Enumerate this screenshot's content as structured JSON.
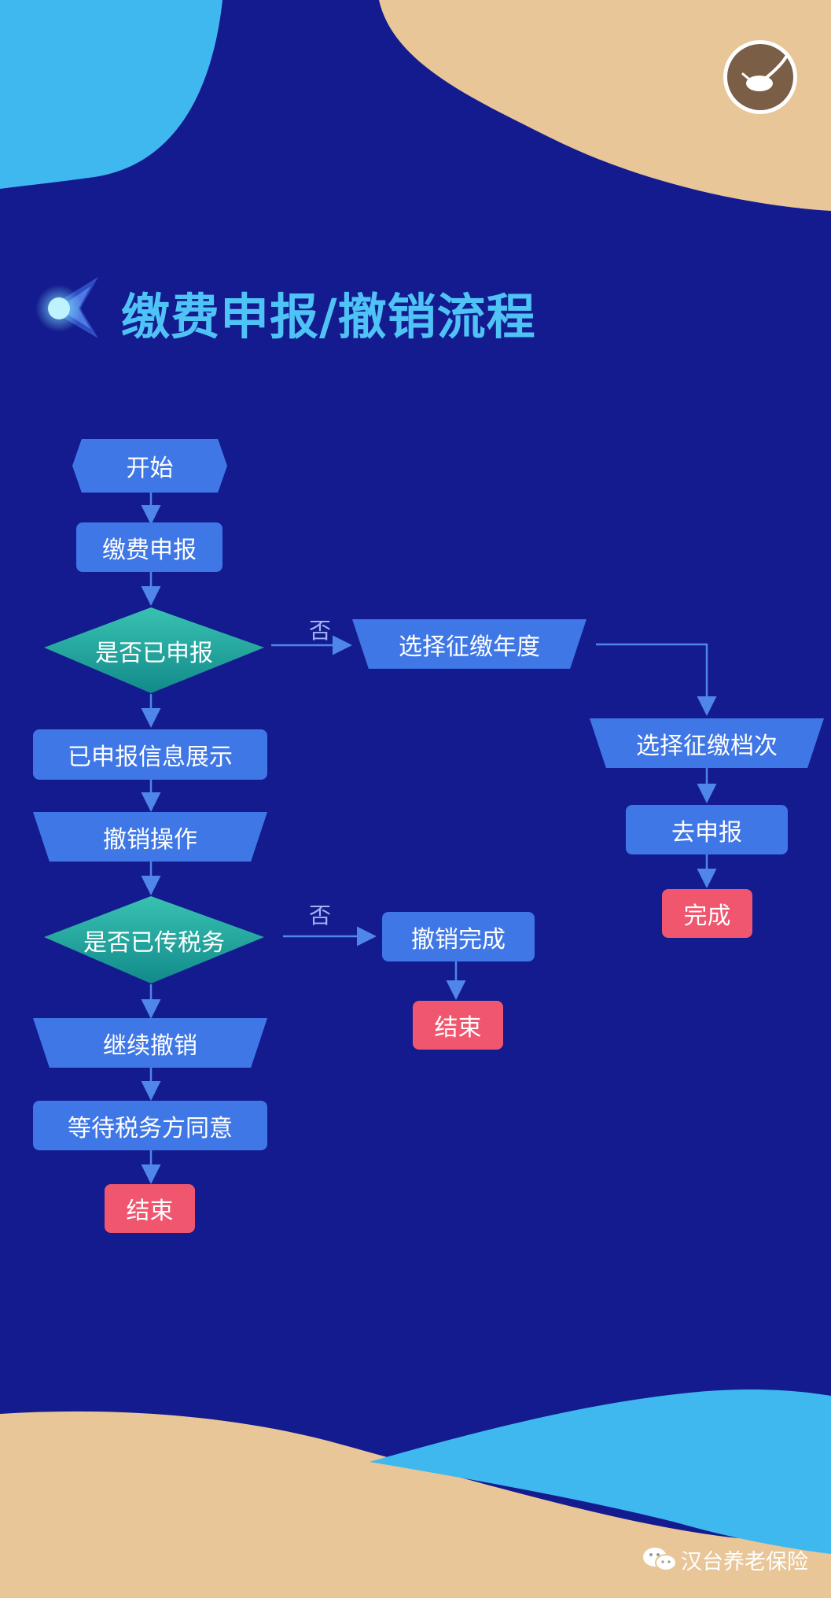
{
  "title": "缴费申报/撤销流程",
  "nodes": {
    "start": "开始",
    "declare": "缴费申报",
    "decision_declared": "是否已申报",
    "select_year": "选择征缴年度",
    "select_grade": "选择征缴档次",
    "go_declare": "去申报",
    "complete": "完成",
    "declared_info": "已申报信息展示",
    "cancel_operation": "撤销操作",
    "decision_tax": "是否已传税务",
    "cancel_complete": "撤销完成",
    "end_middle": "结束",
    "continue_cancel": "继续撤销",
    "wait_tax_agree": "等待税务方同意",
    "end_left": "结束"
  },
  "edge_labels": {
    "no_1": "否",
    "no_2": "否"
  },
  "footer": {
    "brand": "汉台养老保险",
    "icon": "wechat-icon"
  },
  "logo": {
    "icon": "pension-logo-icon"
  },
  "colors": {
    "background": "#141b8f",
    "accent_sand": "#e8c697",
    "accent_sky": "#3fb8ef",
    "node_blue": "#3f77e6",
    "node_end": "#f0566e",
    "decision_teal": "#1aa59d",
    "arrow": "#4f86e8",
    "title": "#4fc3f5"
  }
}
